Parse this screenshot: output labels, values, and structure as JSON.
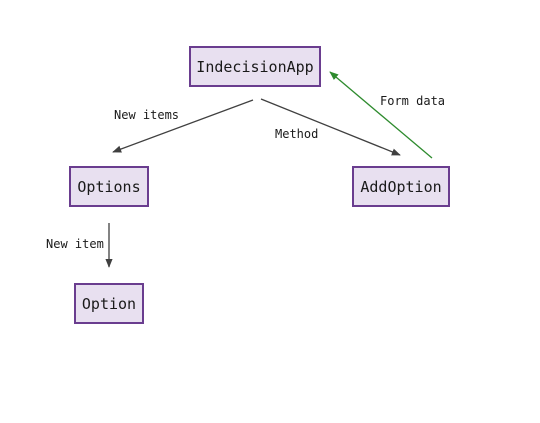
{
  "colors": {
    "node_fill": "#e8e0f0",
    "node_border": "#6a3d8f",
    "arrow_dark": "#404040",
    "arrow_green": "#2e8b2e"
  },
  "nodes": {
    "indecision_app": "IndecisionApp",
    "options": "Options",
    "add_option": "AddOption",
    "option": "Option"
  },
  "edges": {
    "app_to_options": "New items",
    "app_to_add_option": "Method",
    "add_option_to_app": "Form data",
    "options_to_option": "New item"
  }
}
